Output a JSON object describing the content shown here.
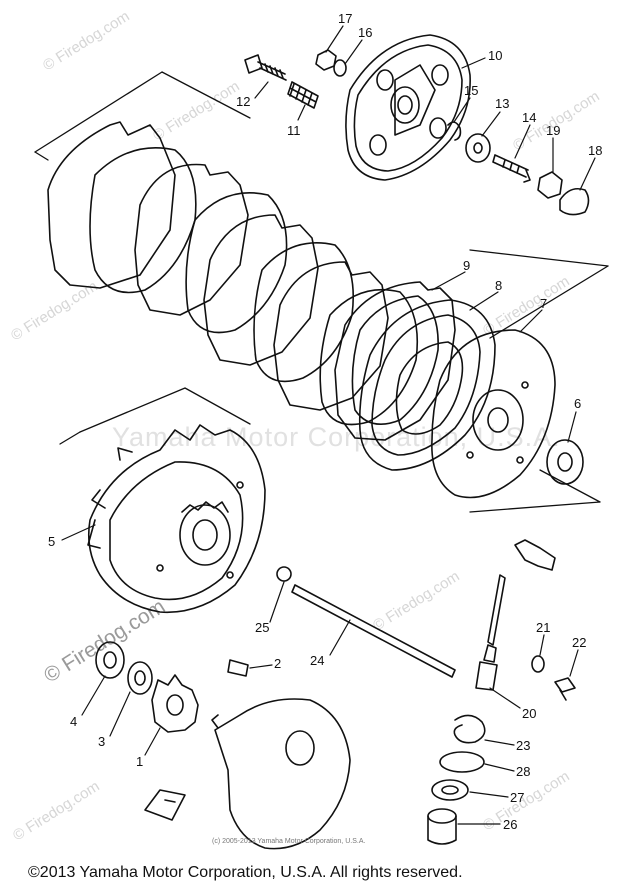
{
  "watermark": {
    "site": "© Firedog.com",
    "center": "Yamaha Motor Corporation, U.S.A."
  },
  "small_copyright": "(c) 2005-2013 Yamaha Motor Corporation, U.S.A.",
  "footer": "©2013 Yamaha Motor Corporation, U.S.A. All rights reserved.",
  "callouts": {
    "c1": "1",
    "c2": "2",
    "c3": "3",
    "c4": "4",
    "c5": "5",
    "c6": "6",
    "c7": "7",
    "c8": "8",
    "c9": "9",
    "c10": "10",
    "c11": "11",
    "c12": "12",
    "c13": "13",
    "c14": "14",
    "c15": "15",
    "c16": "16",
    "c17": "17",
    "c18": "18",
    "c19": "19",
    "c20": "20",
    "c21": "21",
    "c22": "22",
    "c23": "23",
    "c24": "24",
    "c25": "25",
    "c26": "26",
    "c27": "27",
    "c28": "28"
  }
}
